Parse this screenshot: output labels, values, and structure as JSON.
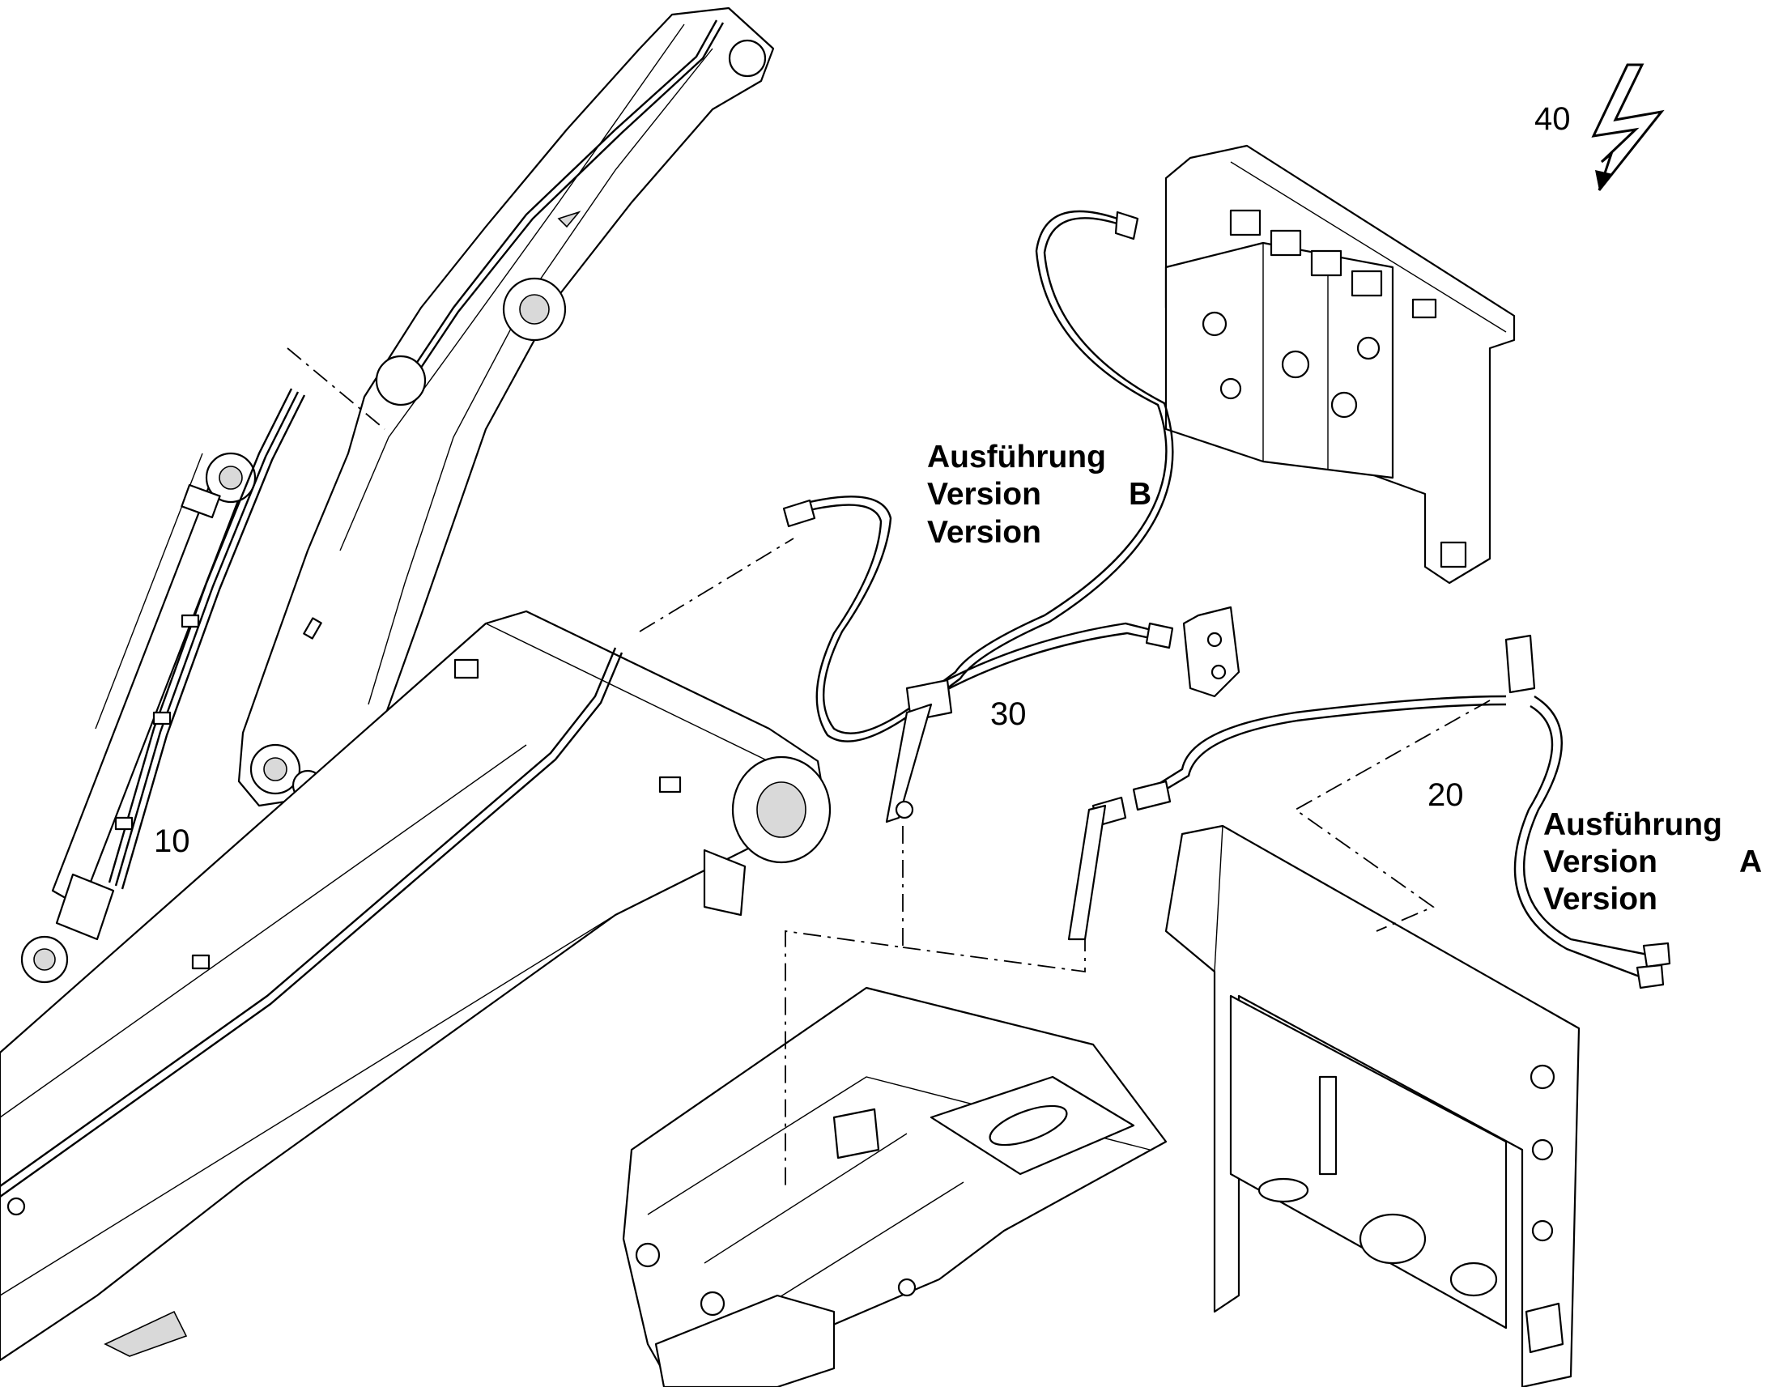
{
  "callouts": {
    "item_10": "10",
    "item_20": "20",
    "item_30": "30",
    "item_40": "40"
  },
  "version_b": {
    "line1": "Ausführung",
    "line2": "Version",
    "letter": "B",
    "line3": "Version"
  },
  "version_a": {
    "line1": "Ausführung",
    "line2": "Version",
    "letter": "A",
    "line3": "Version"
  },
  "icons": {
    "electrical": "lightning-bolt-icon"
  }
}
